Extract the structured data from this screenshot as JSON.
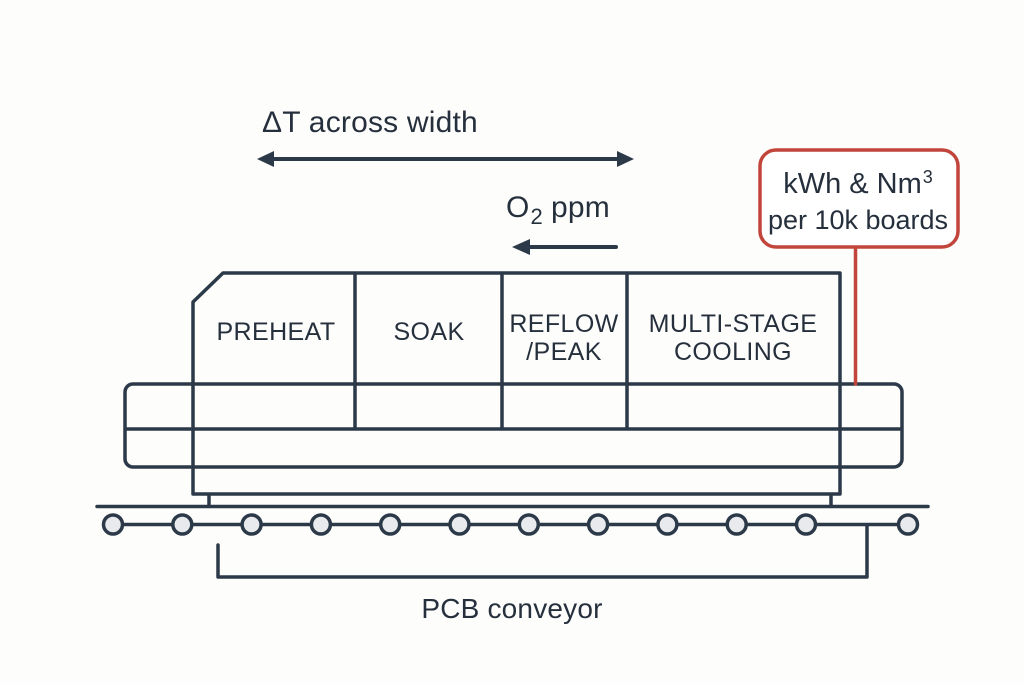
{
  "colors": {
    "line": "#2c3948",
    "accent_red": "#c2453b",
    "roller_fill": "#e8eaed",
    "background": "#fdfdfc",
    "text": "#26303d"
  },
  "annotations": {
    "delta_t": "ΔT across width",
    "o2": {
      "base": "O",
      "sub": "2",
      "rest": "ppm"
    },
    "callout": {
      "line1_base": "kWh & Nm",
      "line1_sup": "3",
      "line2": "per 10k boards"
    }
  },
  "zones": [
    {
      "name": "PREHEAT",
      "lines": [
        "PREHEAT"
      ]
    },
    {
      "name": "SOAK",
      "lines": [
        "SOAK"
      ]
    },
    {
      "name": "REFLOW/PEAK",
      "lines": [
        "REFLOW",
        "/PEAK"
      ]
    },
    {
      "name": "MULTI-STAGE COOLING",
      "lines": [
        "MULTI-STAGE",
        "COOLING"
      ]
    }
  ],
  "conveyor": {
    "label": "PCB conveyor",
    "roller_count": 12
  }
}
